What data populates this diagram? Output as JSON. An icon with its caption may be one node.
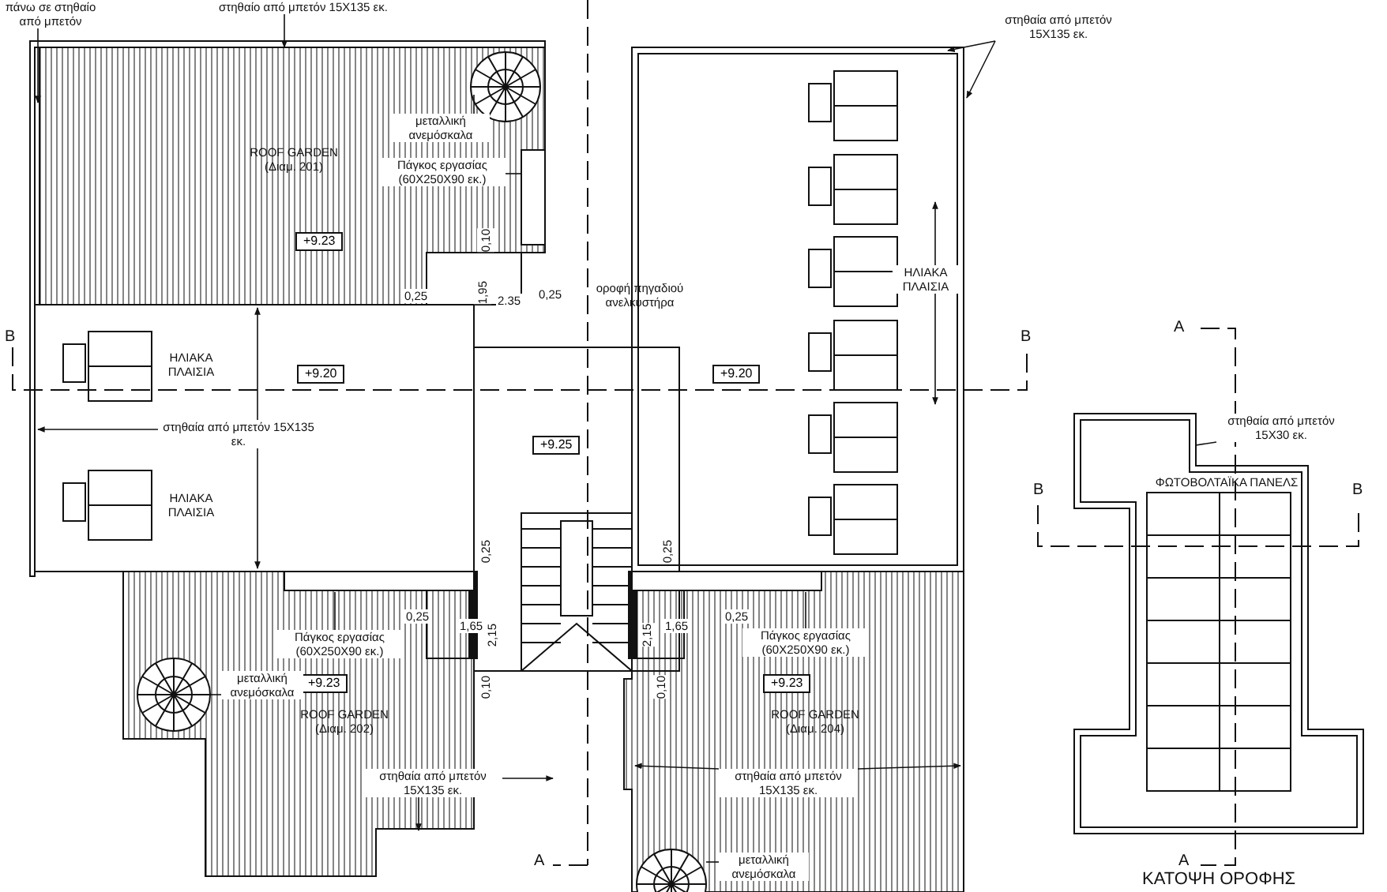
{
  "diagram": {
    "title": "ΚΑΤΟΨΗ ΟΡΟΦΗΣ",
    "nodes": [
      {
        "text": [
          "πάνω σε στηθαίο από μπετόν"
        ]
      },
      {
        "text": [
          "στηθαίο από μπετόν 15X135 εκ."
        ]
      },
      {
        "text": [
          "μεταλλική ανεμόσκαλα"
        ]
      },
      {
        "text": [
          "Πάγκος εργασίας (60X250X90 εκ.)"
        ]
      },
      {
        "text": [
          "+9.23"
        ]
      },
      {
        "text": [
          "+9.20"
        ]
      },
      {
        "text": [
          "στηθαία από μπετόν 15X135 εκ."
        ]
      },
      {
        "text": [
          "+9.20"
        ]
      },
      {
        "text": [
          "+9.25"
        ]
      },
      {
        "text": [
          "ΗΛΙΑΚΑ ΠΛΑΙΣΙΑ"
        ]
      },
      {
        "text": [
          "στηθαία από μπετόν 15X135 εκ."
        ]
      },
      {
        "text": [
          "στηθαία από μπετόν 15X30 εκ."
        ]
      },
      {
        "text": [
          "Πάγκος εργασίας (60X250X90 εκ.)"
        ]
      },
      {
        "text": [
          "+9.23"
        ]
      },
      {
        "text": [
          "μεταλλική ανεμόσκαλα"
        ]
      },
      {
        "text": [
          "στηθαία από μπετόν 15X135 εκ."
        ]
      },
      {
        "text": [
          "Πάγκος εργασίας (60X250X90 εκ.)"
        ]
      },
      {
        "text": [
          "+9.23"
        ]
      },
      {
        "text": [
          "στηθαία από μπετόν 15X135 εκ."
        ]
      },
      {
        "text": [
          "μεταλλική ανεμόσκαλα"
        ]
      }
    ],
    "edges": [
      {
        "from": 0,
        "to": null,
        "arrow": "to"
      },
      {
        "from": 1,
        "to": null,
        "arrow": "to"
      },
      {
        "from": 2,
        "to": null,
        "arrow": "none"
      },
      {
        "from": 3,
        "to": null,
        "arrow": "none"
      },
      {
        "from": 6,
        "to": null,
        "arrow": "to"
      },
      {
        "from": 6,
        "to": null,
        "arrow": "to"
      },
      {
        "from": 6,
        "to": null,
        "arrow": "to"
      },
      {
        "from": 9,
        "to": null,
        "arrow": "to"
      },
      {
        "from": 9,
        "to": null,
        "arrow": "to"
      },
      {
        "from": 10,
        "to": null,
        "arrow": "to"
      },
      {
        "from": 10,
        "to": null,
        "arrow": "to"
      },
      {
        "from": 11,
        "to": null,
        "arrow": "none"
      },
      {
        "from": 12,
        "to": null,
        "arrow": "none"
      },
      {
        "from": 14,
        "to": null,
        "arrow": "none"
      },
      {
        "from": 15,
        "to": null,
        "arrow": "to"
      },
      {
        "from": 15,
        "to": null,
        "arrow": "to"
      },
      {
        "from": 16,
        "to": null,
        "arrow": "none"
      },
      {
        "from": 18,
        "to": null,
        "arrow": "to"
      },
      {
        "from": 18,
        "to": null,
        "arrow": "to"
      },
      {
        "from": 19,
        "to": null,
        "arrow": "none"
      }
    ],
    "labels": [
      "ROOF GARDEN (Διαμ. 201)",
      "0,10",
      "0,25",
      "1,95",
      "2.35",
      "0,25",
      "οροφή πηγαδιού ανελκυστήρα",
      "B",
      "ΗΛΙΑΚΑ ΠΛΑΙΣΙΑ",
      "A",
      "B",
      "ΦΩΤΟΒΟΛΤΑΪΚΑ ΠΑΝΕΛΣ",
      "B",
      "B",
      "ΗΛΙΑΚΑ ΠΛΑΙΣΙΑ",
      "0,25",
      "0,25",
      "0,25",
      "1,65",
      "2,15",
      "1,65",
      "2,15",
      "0,25",
      "ROOF GARDEN (Διαμ. 202)",
      "0,10",
      "0,10",
      "ROOF GARDEN (Διαμ. 204)",
      "A",
      "A"
    ]
  }
}
